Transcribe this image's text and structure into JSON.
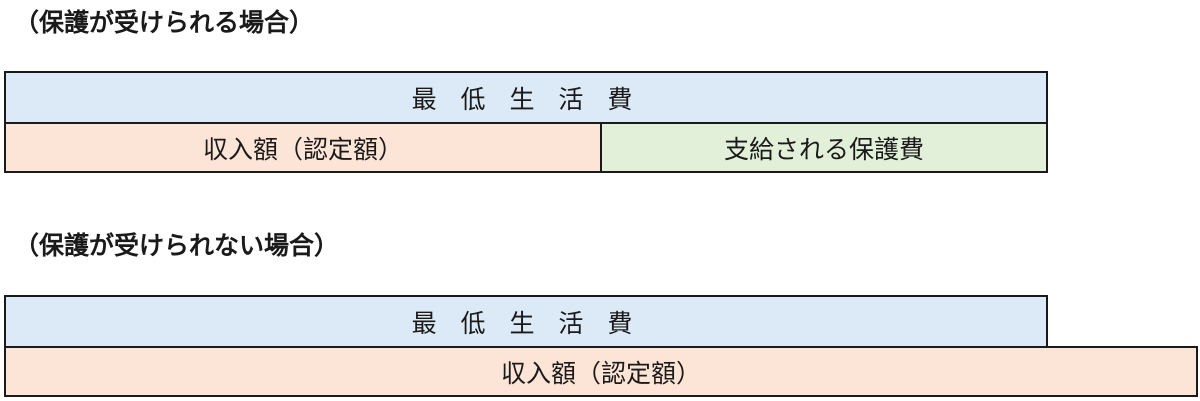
{
  "case_protected": {
    "heading": "（保護が受けられる場合）",
    "minimum_living_cost": "最 低 生 活 費",
    "income": "収入額（認定額）",
    "benefit_paid": "支給される保護費"
  },
  "case_not_protected": {
    "heading": "（保護が受けられない場合）",
    "minimum_living_cost": "最 低 生 活 費",
    "income": "収入額（認定額）"
  },
  "colors": {
    "minimum_living_cost": "#dce9f6",
    "income": "#fce4d6",
    "benefit_paid": "#e2efd9"
  }
}
